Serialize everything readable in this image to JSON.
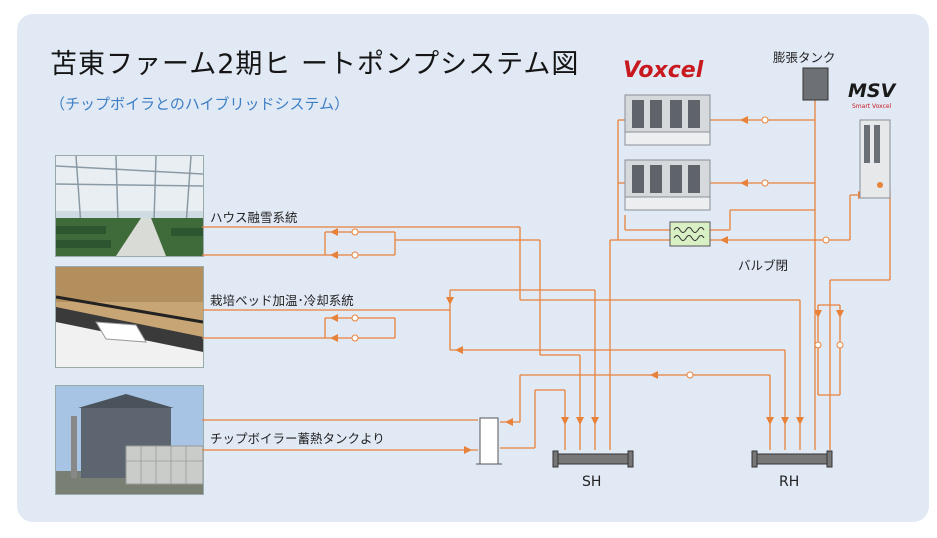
{
  "title": "苫東ファーム2期ヒ ートポンプシステム図",
  "subtitle": "（チップボイラとのハイブリッドシステム）",
  "labels": {
    "snow": "ハウス融雪系統",
    "bed": "栽培ベッド加温･冷却系統",
    "boiler": "チップボイラー蓄熱タンクより",
    "tank": "膨張タンク",
    "valve": "バルブ閉",
    "sh": "SH",
    "rh": "RH"
  },
  "brands": {
    "voxcel": "Voxcel",
    "msv": "MSV",
    "msv_sub": "Smart Voxcel"
  },
  "colors": {
    "pipe": "#e8823a",
    "background": "#e1e9f5",
    "subtitle": "#3e7fc4"
  }
}
